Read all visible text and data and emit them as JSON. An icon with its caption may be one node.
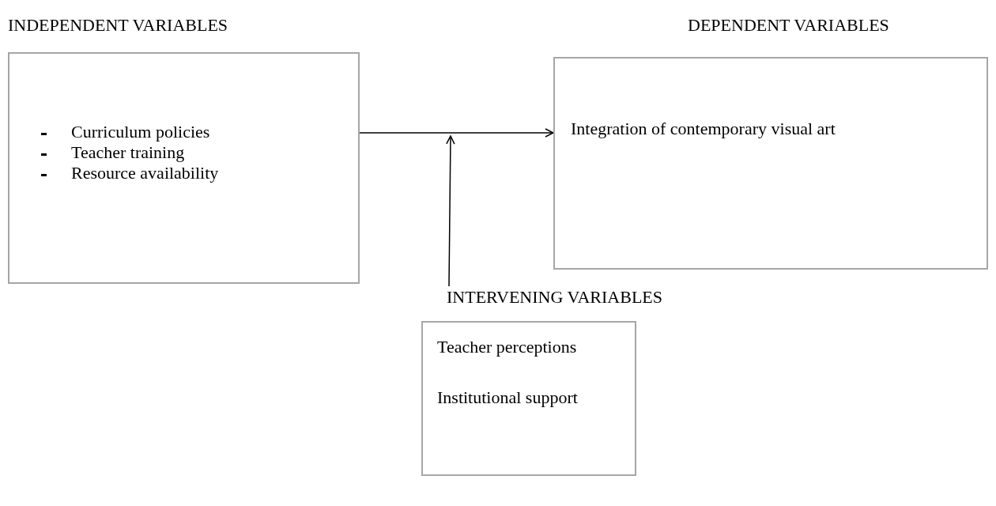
{
  "diagram": {
    "nodes": [
      {
        "text": [
          "INDEPENDENT VARIABLES",
          "Curriculum policies",
          "Teacher training",
          "Resource availability"
        ]
      },
      {
        "text": [
          "DEPENDENT VARIABLES",
          "Integration of contemporary visual art"
        ]
      },
      {
        "text": [
          "INTERVENING VARIABLES",
          "Teacher perceptions",
          "Institutional support"
        ]
      }
    ],
    "edges": [
      {
        "from": 0,
        "to": 1,
        "arrow": "to"
      },
      {
        "from": 2,
        "to": null,
        "arrow": "to"
      }
    ]
  }
}
